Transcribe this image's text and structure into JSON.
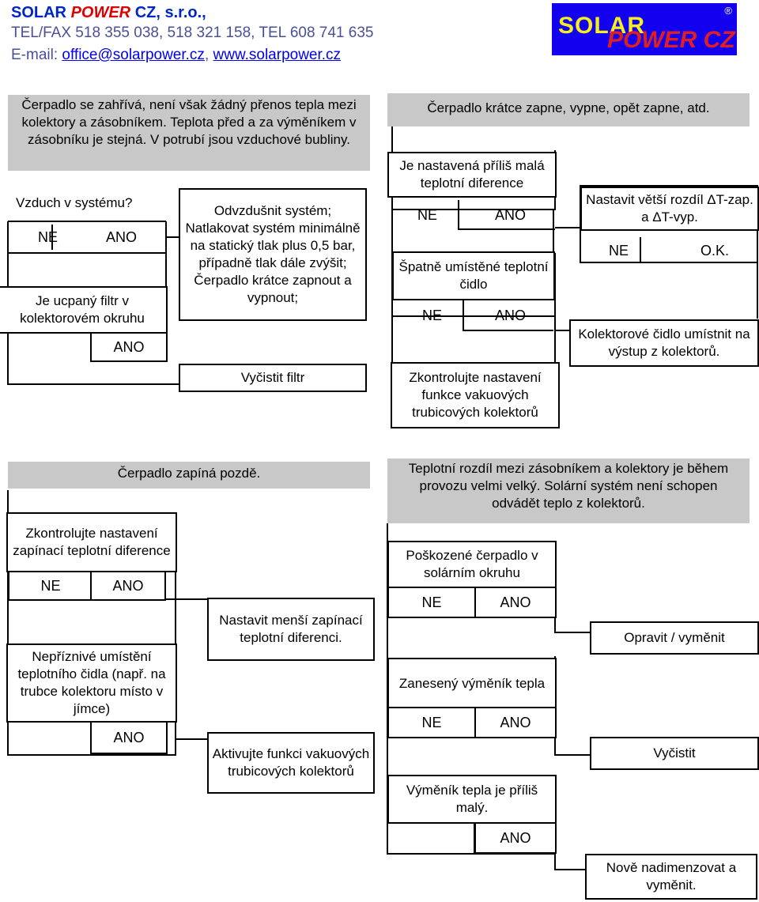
{
  "header": {
    "brand_main": "SOLAR",
    "brand_power": "POWER",
    "brand_rest": "CZ, s.r.o.,",
    "tel": "TEL/FAX 518 355 038, 518 321 158, TEL 608 741 635",
    "mail_label": "E-mail: ",
    "email": "office@solarpower.cz",
    "sep": ", ",
    "web": "www.solarpower.cz"
  },
  "logo": {
    "solar": "SOLAR",
    "power": "POWER CZ",
    "reg": "®"
  },
  "yes": "ANO",
  "no": "NE",
  "q1": {
    "problem": "Čerpadlo se zahřívá, není však žádný přenos tepla mezi kolektory a zásobníkem. Teplota před a za výměníkem v zásobníku je stejná. V potrubí jsou vzduchové bubliny.",
    "air": "Vzduch v systému?",
    "air_fix": "Odvzdušnit systém; Natlakovat systém minimálně na statický tlak plus 0,5 bar, případně tlak dále zvýšit; Čerpadlo krátce zapnout a vypnout;",
    "filter": "Je ucpaný filtr v kolektorovém okruhu",
    "filter_fix": "Vyčistit filtr"
  },
  "q2": {
    "problem": "Čerpadlo krátce zapne, vypne, opět zapne, atd.",
    "diff": "Je nastavená příliš malá teplotní diference",
    "diff_fix": "Nastavit větší rozdíl ΔT-zap. a ΔT-vyp.",
    "ok": "O.K.",
    "sensor": "Špatně umístěné teplotní čidlo",
    "sensor_fix": "Kolektorové čidlo umístnit na výstup z kolektorů.",
    "vacuum": "Zkontrolujte nastavení funkce vakuových trubicových kolektorů"
  },
  "q3": {
    "problem": "Čerpadlo zapíná pozdě.",
    "check": "Zkontrolujte nastavení zapínací teplotní diference",
    "check_fix": "Nastavit menší zapínací teplotní diferenci.",
    "placement": "Nepříznivé umístění teplotního čidla (např. na trubce kolektoru místo v jímce)",
    "placement_fix": "Aktivujte funkci vakuových trubicových kolektorů"
  },
  "q4": {
    "problem": "Teplotní rozdíl mezi zásobníkem a kolektory je během provozu velmi velký. Solární systém není schopen odvádět teplo z kolektorů.",
    "pump": "Poškozené čerpadlo v solárním okruhu",
    "pump_fix": "Opravit / vyměnit",
    "hx": "Zanesený výměník tepla",
    "hx_fix": "Vyčistit",
    "small": "Výměník tepla je příliš malý.",
    "small_fix": "Nově nadimenzovat a vyměnit."
  }
}
